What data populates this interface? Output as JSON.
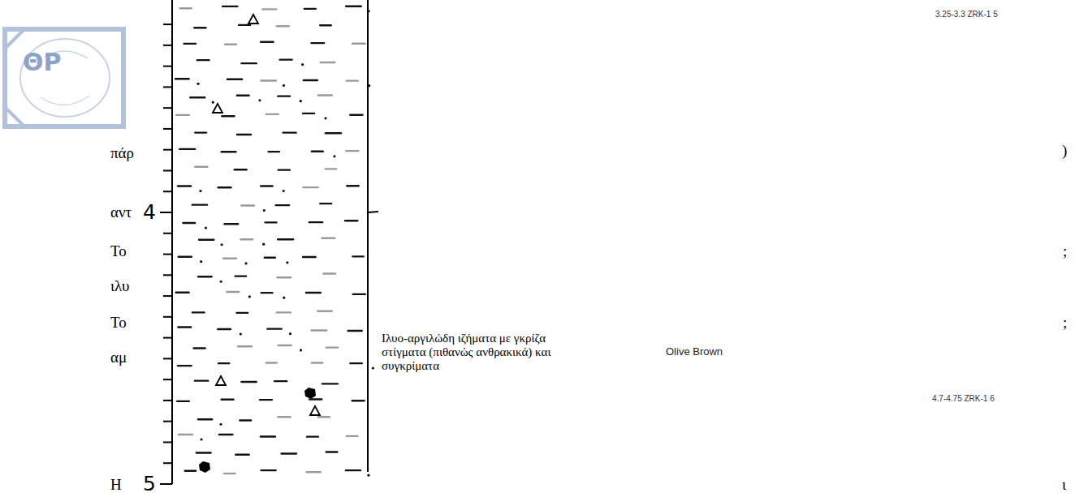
{
  "diagram": {
    "labels": [
      "ΘΡ",
      "3.25-3.3 ZRK-1 5",
      "πάρ",
      ")",
      "αντ",
      "4",
      "Το",
      ";",
      "ιλυ",
      "Το",
      ";",
      "Ιλυο-αργιλώδη ιζήματα με γκρίζα στίγματα (πιθανώς ανθρακικά) και συγκρίματα",
      "Olive Brown",
      "αμ",
      "4.7-4.75 ZRK-1 6",
      "Η",
      "5",
      "ι"
    ]
  }
}
